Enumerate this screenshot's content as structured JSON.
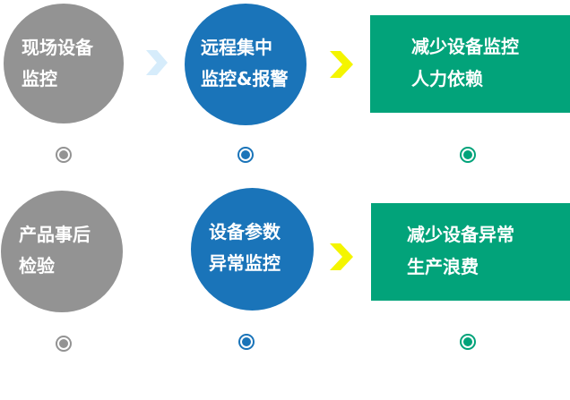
{
  "colors": {
    "gray": "#939393",
    "blue": "#1a74b9",
    "green": "#02a37a",
    "light_blue_chevron": "#d6ecfb",
    "yellow_chevron": "#f4f500"
  },
  "rows": [
    {
      "stage_before": {
        "line1": "现场设备",
        "line2": "监控"
      },
      "stage_during": {
        "line1": "远程集中",
        "line2": "监控&报警"
      },
      "outcome": {
        "line1": "减少设备监控",
        "line2": "人力依赖"
      },
      "arrow_1_icon": "chevron-right-icon",
      "arrow_2_icon": "chevron-right-icon"
    },
    {
      "stage_before": {
        "line1": "产品事后",
        "line2": "检验"
      },
      "stage_during": {
        "line1": "设备参数",
        "line2": "异常监控"
      },
      "outcome": {
        "line1": "减少设备异常",
        "line2": "生产浪费"
      },
      "arrow_2_icon": "chevron-right-icon"
    }
  ]
}
